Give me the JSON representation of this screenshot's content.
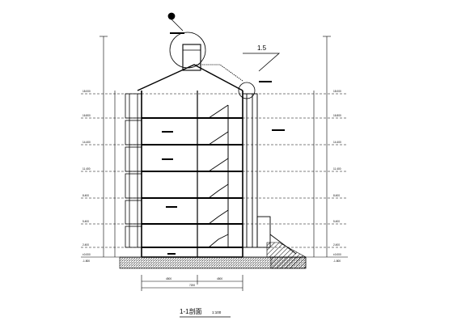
{
  "drawing": {
    "title": "1-1剖面",
    "scale": "1:100",
    "slope_annotation": "1.5"
  },
  "levels_left": [
    "18.000",
    "16.800",
    "14.400",
    "11.400",
    "8.400",
    "5.400",
    "2.400",
    "±0.000",
    "-1.800"
  ],
  "levels_right": [
    "18.000",
    "16.800",
    "14.400",
    "11.400",
    "8.400",
    "5.400",
    "2.400",
    "±0.000",
    "-1.800"
  ],
  "bottom_dims": [
    "4500",
    "7200",
    "4500"
  ],
  "colors": {
    "line": "#000000",
    "background": "#ffffff",
    "hatch": "#000000"
  }
}
